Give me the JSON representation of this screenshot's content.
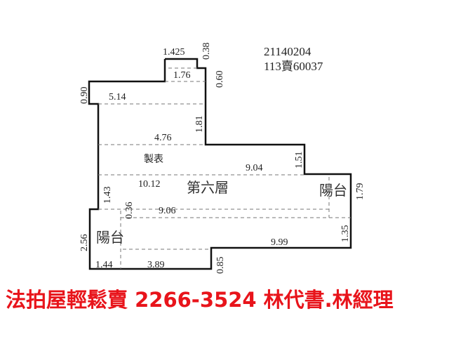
{
  "codes": {
    "line1": "21140204",
    "line2": "113賣60037"
  },
  "floor_label": "第六層",
  "balcony_label": "陽台",
  "maker_label": "製表",
  "dimensions": {
    "d1425": "1.425",
    "d038": "0.38",
    "d176": "1.76",
    "d060": "0.60",
    "d090": "0.90",
    "d514": "5.14",
    "d181": "1.81",
    "d476": "4.76",
    "d151": "1.51",
    "d1012": "10.12",
    "d904": "9.04",
    "d143": "1.43",
    "d036": "0.36",
    "d906": "9.06",
    "d179": "1.79",
    "d135": "1.35",
    "d999": "9.99",
    "d256": "2.56",
    "d144": "1.44",
    "d389": "3.89",
    "d085": "0.85"
  },
  "watermark": "法拍屋輕鬆賣  2266-3524  林代書.林經理",
  "colors": {
    "watermark": "#e8141b",
    "lines": "#111111"
  }
}
